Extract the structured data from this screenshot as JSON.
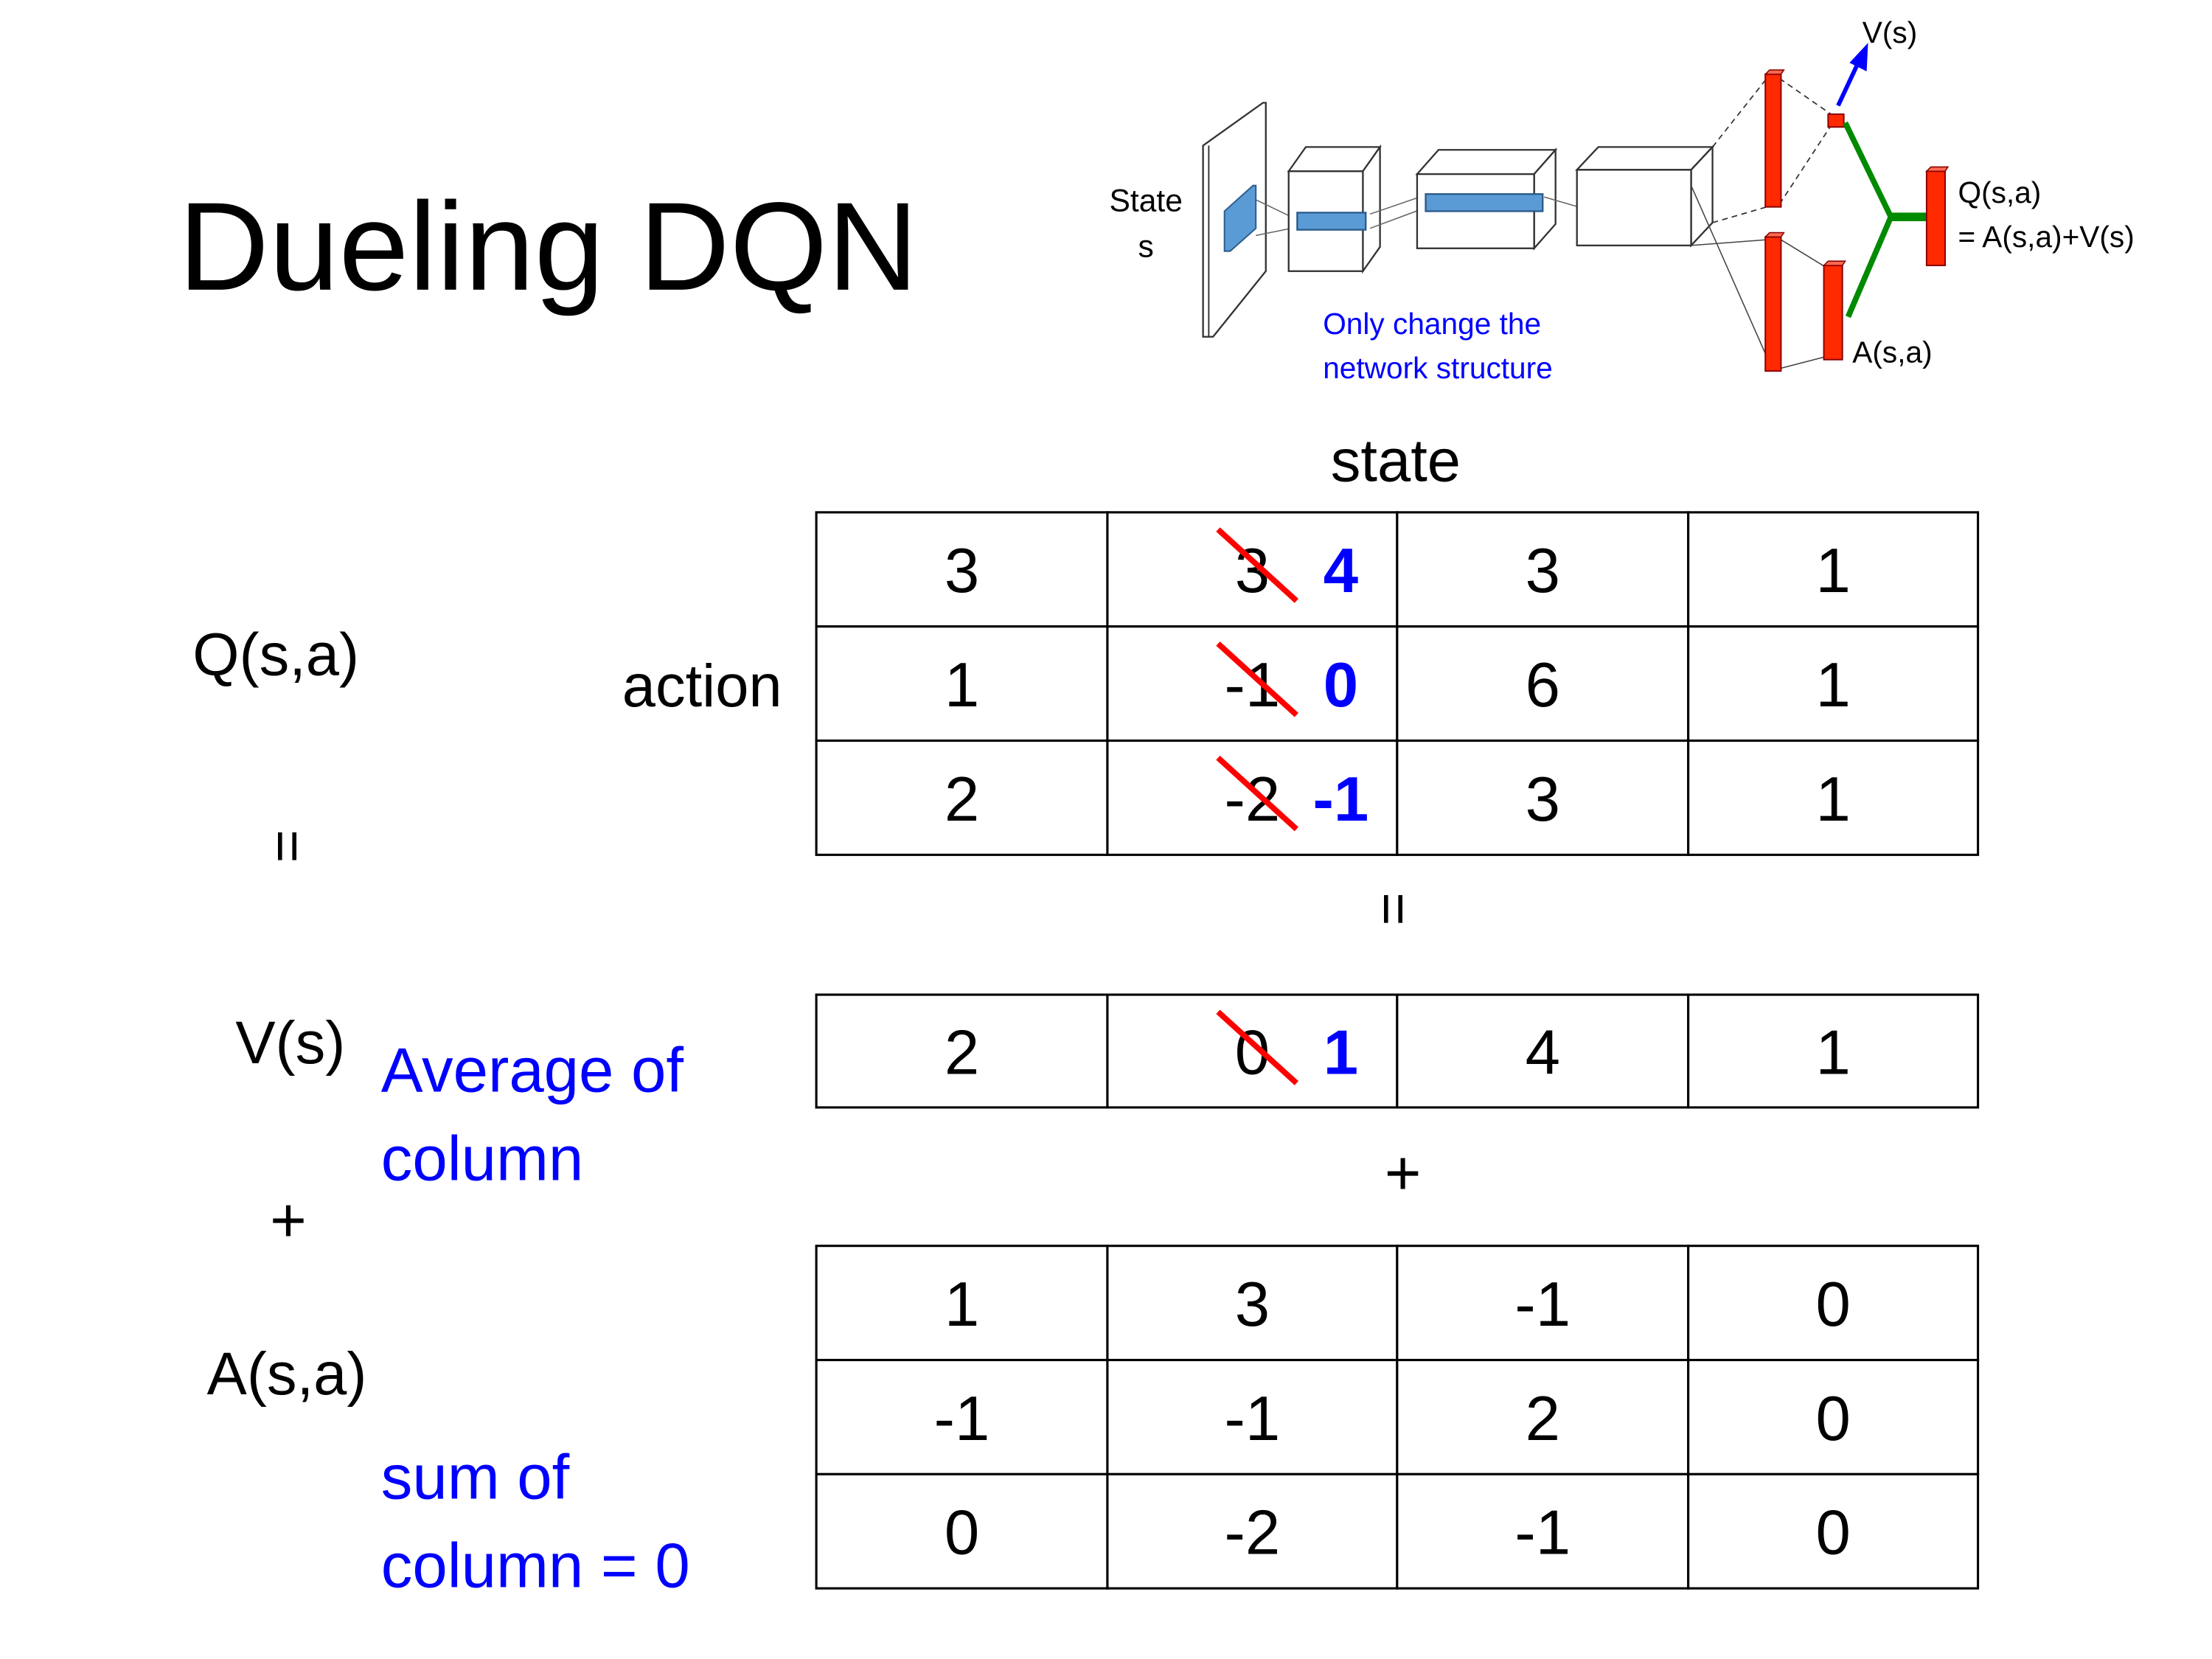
{
  "title": "Dueling DQN",
  "diagram": {
    "state_label": "State",
    "state_symbol": "s",
    "v_label": "V(s)",
    "q_label": "Q(s,a)",
    "q_formula": "= A(s,a)+V(s)",
    "a_label": "A(s,a)",
    "note_line1": "Only change the",
    "note_line2": "network structure",
    "colors": {
      "layer": "#ff2a00",
      "filter": "#5b9bd5",
      "merge": "#008a00",
      "value_arrow": "#0000ff"
    }
  },
  "labels": {
    "state": "state",
    "action": "action",
    "q": "Q(s,a)",
    "v": "V(s)",
    "a": "A(s,a)",
    "equals": "=",
    "plus": "+",
    "v_note_line1": "Average of",
    "v_note_line2": "column",
    "a_note_line1": "sum of",
    "a_note_line2": "column = 0"
  },
  "colors": {
    "annotation": "#0000ff",
    "strike": "#ff0000"
  },
  "q_table": [
    [
      {
        "v": "3"
      },
      {
        "old": "3",
        "new": "4"
      },
      {
        "v": "3"
      },
      {
        "v": "1"
      }
    ],
    [
      {
        "v": "1"
      },
      {
        "old": "-1",
        "new": "0"
      },
      {
        "v": "6"
      },
      {
        "v": "1"
      }
    ],
    [
      {
        "v": "2"
      },
      {
        "old": "-2",
        "new": "-1"
      },
      {
        "v": "3"
      },
      {
        "v": "1"
      }
    ]
  ],
  "v_table": [
    [
      {
        "v": "2"
      },
      {
        "old": "0",
        "new": "1"
      },
      {
        "v": "4"
      },
      {
        "v": "1"
      }
    ]
  ],
  "a_table": [
    [
      {
        "v": "1"
      },
      {
        "v": "3"
      },
      {
        "v": "-1"
      },
      {
        "v": "0"
      }
    ],
    [
      {
        "v": "-1"
      },
      {
        "v": "-1"
      },
      {
        "v": "2"
      },
      {
        "v": "0"
      }
    ],
    [
      {
        "v": "0"
      },
      {
        "v": "-2"
      },
      {
        "v": "-1"
      },
      {
        "v": "0"
      }
    ]
  ]
}
